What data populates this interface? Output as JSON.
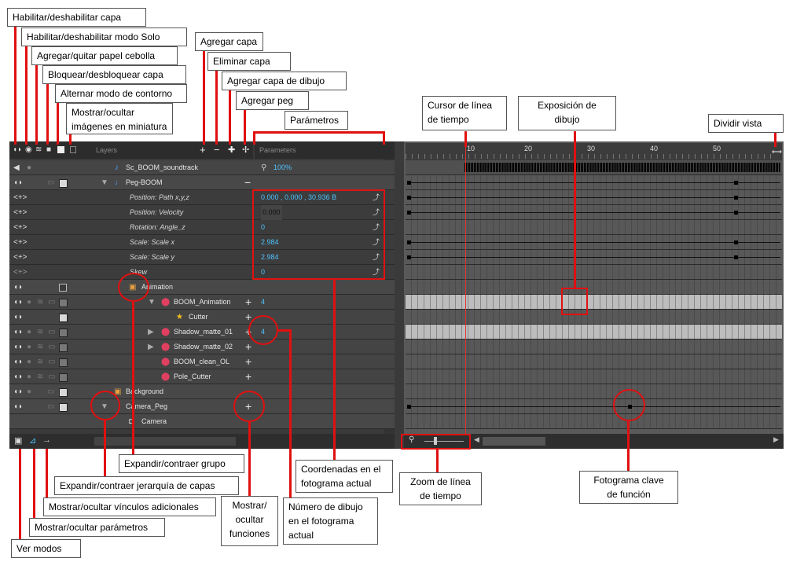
{
  "callouts": {
    "enable_layer": "Habilitar/deshabilitar capa",
    "solo_mode": "Habilitar/deshabilitar modo Solo",
    "onion_skin": "Agregar/quitar papel cebolla",
    "lock_layer": "Bloquear/desbloquear capa",
    "outline_mode": "Alternar modo de contorno",
    "thumbnails_line1": "Mostrar/ocultar",
    "thumbnails_line2": "imágenes en miniatura",
    "add_layer": "Agregar capa",
    "delete_layer": "Eliminar capa",
    "add_drawing_layer": "Agregar capa de dibujo",
    "add_peg": "Agregar peg",
    "parameters": "Parámetros",
    "cursor_line1": "Cursor de línea",
    "cursor_line2": "de tiempo",
    "exposure_line1": "Exposición de",
    "exposure_line2": "dibujo",
    "split_view": "Dividir vista",
    "expand_group": "Expandir/contraer grupo",
    "expand_hierarchy": "Expandir/contraer jerarquía de capas",
    "extra_links": "Mostrar/ocultar vínculos adicionales",
    "show_params": "Mostrar/ocultar parámetros",
    "view_modes": "Ver modos",
    "functions_line1": "Mostrar/",
    "functions_line2": "ocultar",
    "functions_line3": "funciones",
    "coords_line1": "Coordenadas en el",
    "coords_line2": "fotograma actual",
    "drawnum_line1": "Número de dibujo",
    "drawnum_line2": "en el fotograma",
    "drawnum_line3": "actual",
    "zoom_line1": "Zoom de línea",
    "zoom_line2": "de tiempo",
    "keyframe_line1": "Fotograma clave",
    "keyframe_line2": "de función"
  },
  "panel": {
    "layers_header": "Layers",
    "parameters_header": "Parameters",
    "ruler_ticks": [
      "10",
      "20",
      "30",
      "40",
      "50"
    ]
  },
  "layers": [
    {
      "name": "Sc_BOOM_soundtrack",
      "value": "100%"
    },
    {
      "name": "Peg-BOOM",
      "value": ""
    },
    {
      "name": "Position: Path x,y,z",
      "value": "0.000 , 0.000 , 30.936 B"
    },
    {
      "name": "Position: Velocity",
      "value": "0.000"
    },
    {
      "name": "Rotation: Angle_z",
      "value": "0"
    },
    {
      "name": "Scale: Scale x",
      "value": "2.984"
    },
    {
      "name": "Scale: Scale y",
      "value": "2.984"
    },
    {
      "name": "Skew",
      "value": "0"
    },
    {
      "name": "Animation",
      "value": ""
    },
    {
      "name": "BOOM_Animation",
      "value": "4"
    },
    {
      "name": "Cutter",
      "value": ""
    },
    {
      "name": "Shadow_matte_01",
      "value": "4"
    },
    {
      "name": "Shadow_matte_02",
      "value": ""
    },
    {
      "name": "BOOM_clean_OL",
      "value": ""
    },
    {
      "name": "Pole_Cutter",
      "value": ""
    },
    {
      "name": "Background",
      "value": ""
    },
    {
      "name": "Camera_Peg",
      "value": ""
    },
    {
      "name": "Camera",
      "value": ""
    }
  ],
  "colors": {
    "accent_red": "#e01010",
    "value_blue": "#4fc3ff",
    "panel_bg": "#3a3a3a"
  }
}
